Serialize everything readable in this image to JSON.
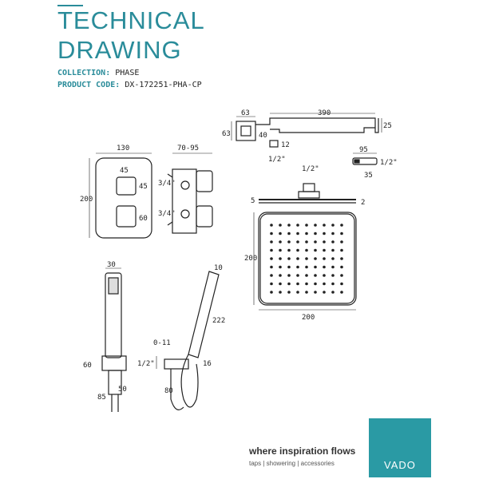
{
  "header": {
    "title_line1": "TECHNICAL",
    "title_line2": "DRAWING",
    "collection_label": "COLLECTION:",
    "collection_value": "PHASE",
    "product_code_label": "PRODUCT CODE:",
    "product_code_value": "DX-172251-PHA-CP"
  },
  "dimensions": {
    "arm_width": "390",
    "arm_height": "25",
    "wall_block_w": "63",
    "wall_block_h": "63",
    "wall_block_d": "40",
    "arm_outlet": "12",
    "arm_thread": "1/2\"",
    "elbow_w": "95",
    "elbow_thread": "1/2\"",
    "elbow_d": "35",
    "valve_w": "130",
    "valve_h": "200",
    "valve_depth": "70-95",
    "handle_top_w": "45",
    "handle_top_h": "45",
    "handle_bot_h": "60",
    "valve_thread_top": "3/4\"",
    "valve_thread_bot": "3/4\"",
    "head_thread": "1/2\"",
    "head_thickness": "5",
    "head_edge": "2",
    "head_h": "200",
    "head_w": "200",
    "handset_w": "30",
    "hose_d": "10",
    "hose_len": "222",
    "bracket_h": "60",
    "bracket_w": "85",
    "bracket_inner": "50",
    "outlet_range": "0-11",
    "outlet_thread": "1/2\"",
    "outlet_d": "16",
    "outlet_w": "80"
  },
  "footer": {
    "tagline": "where inspiration flows",
    "subline": "taps | showering | accessories",
    "brand": "VADO"
  },
  "colors": {
    "accent": "#2a8c9a",
    "logo_bg": "#2a9aa4"
  }
}
